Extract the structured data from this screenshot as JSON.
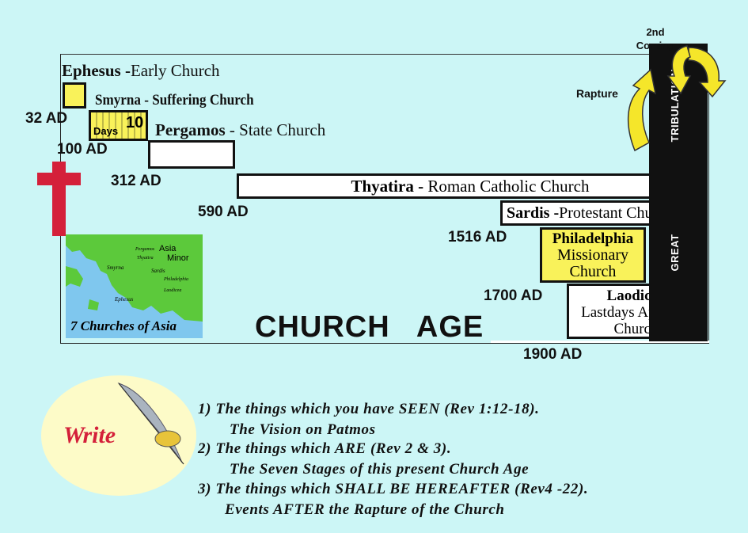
{
  "churches": {
    "ephesus": {
      "name": "Ephesus",
      "desc": "Early Church"
    },
    "smyrna": {
      "name": "Smyrna",
      "desc": "Suffering Church",
      "days_label": "Days",
      "days_number": "10"
    },
    "pergamos": {
      "name": "Pergamos",
      "desc": "State Church"
    },
    "thyatira": {
      "name": "Thyatira",
      "desc": "Roman Catholic Church"
    },
    "sardis": {
      "name": "Sardis",
      "desc": "Protestant Church"
    },
    "philadelphia": {
      "name": "Philadelphia",
      "line2": "Missionary",
      "line3": "Church"
    },
    "laodicea": {
      "name": "Laodicea",
      "line2": "Lastdays Apostate",
      "line3": "Church"
    }
  },
  "dates": {
    "d32": "32 AD",
    "d100": "100 AD",
    "d312": "312 AD",
    "d590": "590 AD",
    "d1516": "1516 AD",
    "d1700": "1700 AD",
    "d1900": "1900 AD"
  },
  "tribulation": {
    "label": "TRIBULATION",
    "great": "GREAT"
  },
  "second_coming": {
    "line1": "2nd",
    "line2": "Coming"
  },
  "rapture": "Rapture",
  "map": {
    "caption": "7 Churches of Asia",
    "region": [
      "Asia",
      "Minor"
    ],
    "cities": [
      "Pergamos",
      "Thyatira",
      "Smyrna",
      "Sardis",
      "Philadelphia",
      "Ephesus",
      "Laodicea"
    ]
  },
  "church_age": "CHURCH   AGE",
  "write_label": "Write",
  "scripture": [
    {
      "main": "1)  The things which you have SEEN   (Rev 1:12-18).",
      "sub": "The Vision on Patmos"
    },
    {
      "main": "2)  The things which ARE   (Rev 2 & 3).",
      "sub": "The Seven Stages of  this present Church Age"
    },
    {
      "main": "3)  The things which SHALL BE HEREAFTER  (Rev4 -22).",
      "sub": "Events AFTER the Rapture of the Church"
    }
  ],
  "colors": {
    "background": "#ccf6f6",
    "yellow": "#f9f25a",
    "cross": "#d4203a",
    "tribulation": "#111111",
    "map_land": "#5cc93b",
    "map_sea": "#7fc7ee"
  }
}
